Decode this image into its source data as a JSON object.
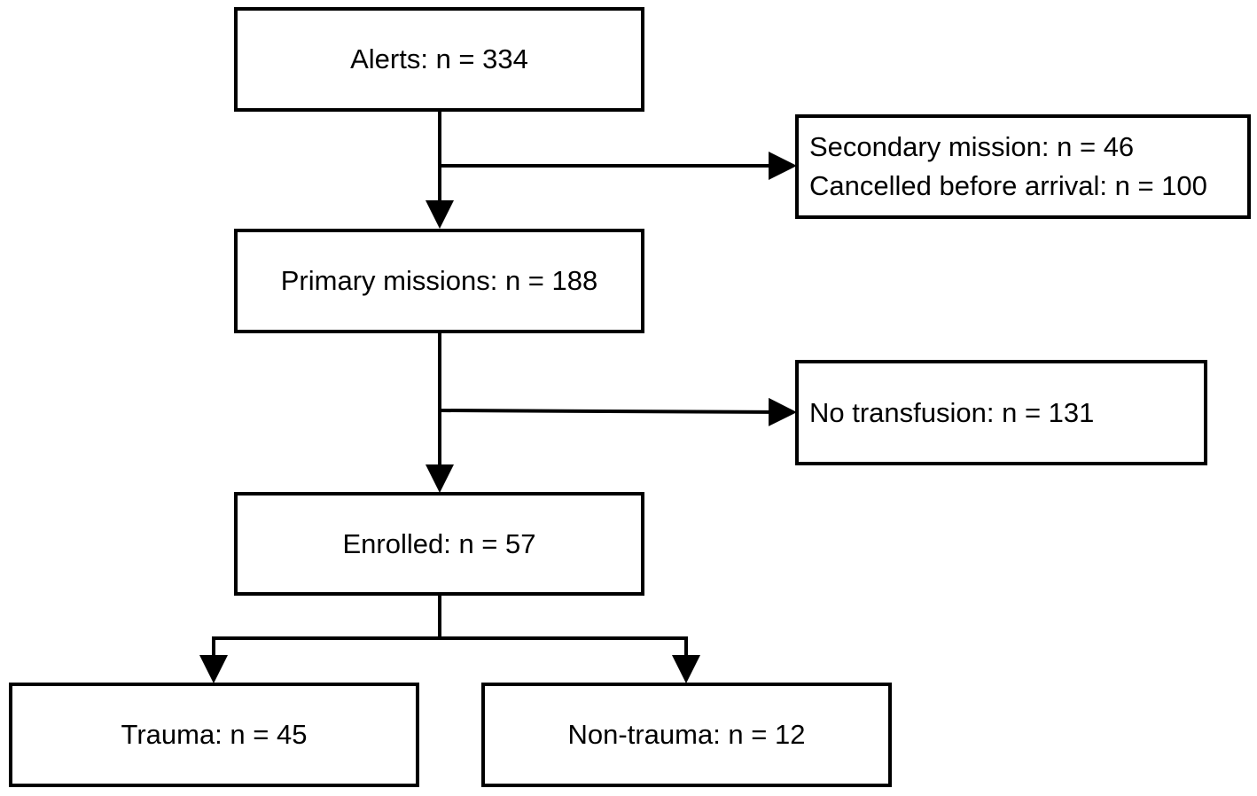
{
  "nodes": {
    "alerts": "Alerts: n = 334",
    "excluded_1": [
      "Secondary mission: n = 46",
      "Cancelled before arrival: n = 100"
    ],
    "primary": "Primary missions: n = 188",
    "excluded_2": "No transfusion: n = 131",
    "enrolled": "Enrolled: n = 57",
    "trauma": "Trauma: n = 45",
    "non_trauma": "Non-trauma: n = 12"
  },
  "edges": [
    {
      "from": "alerts",
      "to": "primary"
    },
    {
      "from": "alerts",
      "to": "excluded_1"
    },
    {
      "from": "primary",
      "to": "enrolled"
    },
    {
      "from": "primary",
      "to": "excluded_2"
    },
    {
      "from": "enrolled",
      "to": "trauma"
    },
    {
      "from": "enrolled",
      "to": "non_trauma"
    }
  ]
}
